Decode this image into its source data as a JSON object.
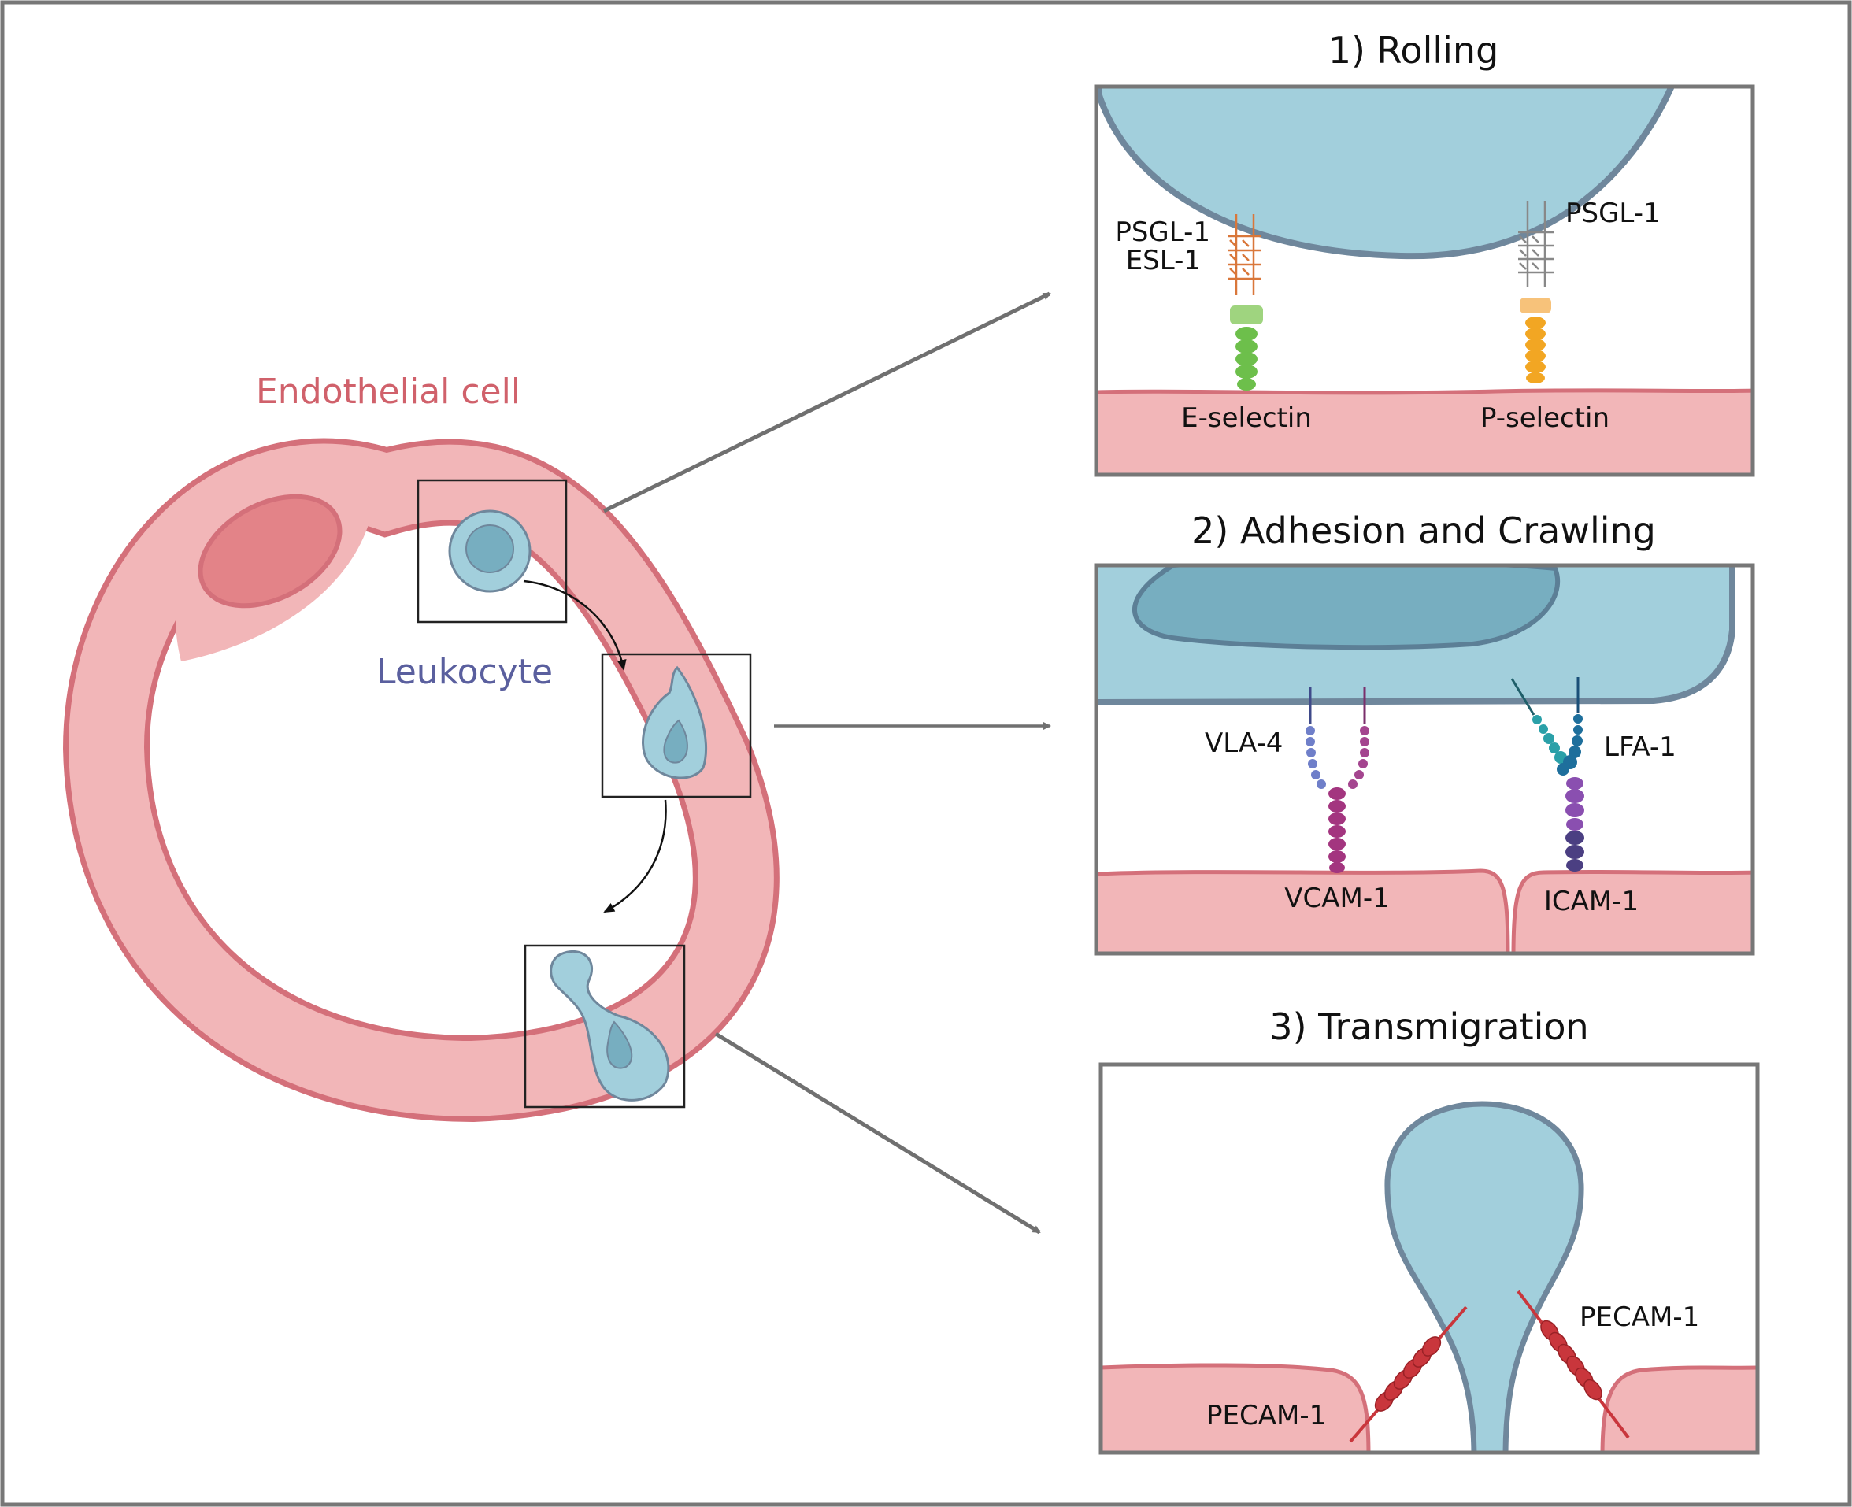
{
  "colors": {
    "endothelium_fill": "#f2b6b8",
    "endothelium_stroke": "#d4707a",
    "nucleus_fill": "#e38388",
    "leukocyte_fill": "#a2cfdc",
    "leukocyte_stroke": "#6f879c",
    "leukocyte_nucleus": "#77aec0",
    "frame": "#777777",
    "arrow": "#707070",
    "endothelial_label": "#d0616b",
    "leukocyte_label": "#5a5f9e"
  },
  "overview": {
    "endothelial_label": "Endothelial cell",
    "leukocyte_label": "Leukocyte"
  },
  "panel1": {
    "title": "1) Rolling",
    "label_psgl1_left": "PSGL-1",
    "label_esl1": "ESL-1",
    "label_psgl1_right": "PSGL-1",
    "label_eselectin": "E-selectin",
    "label_pselectin": "P-selectin",
    "colors": {
      "left_ligand": "#d9773a",
      "right_ligand": "#888888",
      "e_selectin": "#6dbf4b",
      "e_head": "#9fd47f",
      "p_selectin": "#f2a623",
      "p_head": "#f7c27a"
    }
  },
  "panel2": {
    "title": "2) Adhesion and Crawling",
    "label_vla4": "VLA-4",
    "label_lfa1": "LFA-1",
    "label_vcam1": "VCAM-1",
    "label_icam1": "ICAM-1",
    "colors": {
      "vla4_alpha": "#6f7fc9",
      "vla4_beta": "#a4458f",
      "vcam": "#a3357f",
      "lfa1_alpha": "#2aa0a8",
      "lfa1_beta": "#1e6f9c",
      "icam_top": "#8a4fb0",
      "icam_bottom": "#4b3f82"
    }
  },
  "panel3": {
    "title": "3) Transmigration",
    "label_pecam_left": "PECAM-1",
    "label_pecam_right": "PECAM-1",
    "colors": {
      "pecam": "#c9363c"
    }
  }
}
